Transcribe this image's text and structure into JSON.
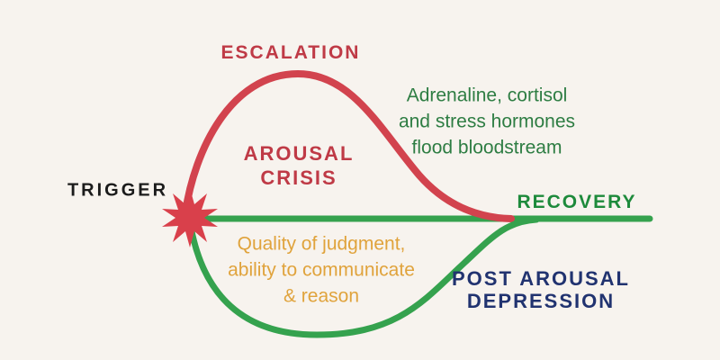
{
  "colors": {
    "background": "#f7f3ee",
    "curve_red": "#d2434e",
    "star_red": "#d9404b",
    "label_red": "#bf3a46",
    "curve_green": "#35a24e",
    "recovery_green": "#1d8a3b",
    "hormone_green": "#2e7d43",
    "judgment_orange": "#e0a33c",
    "depression_navy": "#213370",
    "trigger_black": "#1b1b1b"
  },
  "diagram": {
    "labels": {
      "escalation": "ESCALATION",
      "arousal_crisis": {
        "lines": [
          "AROUSAL",
          "CRISIS"
        ]
      },
      "trigger": "TRIGGER",
      "recovery": "RECOVERY",
      "hormones": {
        "lines": [
          "Adrenaline, cortisol",
          "and stress hormones",
          "flood bloodstream"
        ]
      },
      "judgment": {
        "lines": [
          "Quality of judgment,",
          "ability to communicate",
          "& reason"
        ]
      },
      "post_arousal": {
        "lines": [
          "POST AROUSAL",
          "DEPRESSION"
        ]
      }
    }
  }
}
